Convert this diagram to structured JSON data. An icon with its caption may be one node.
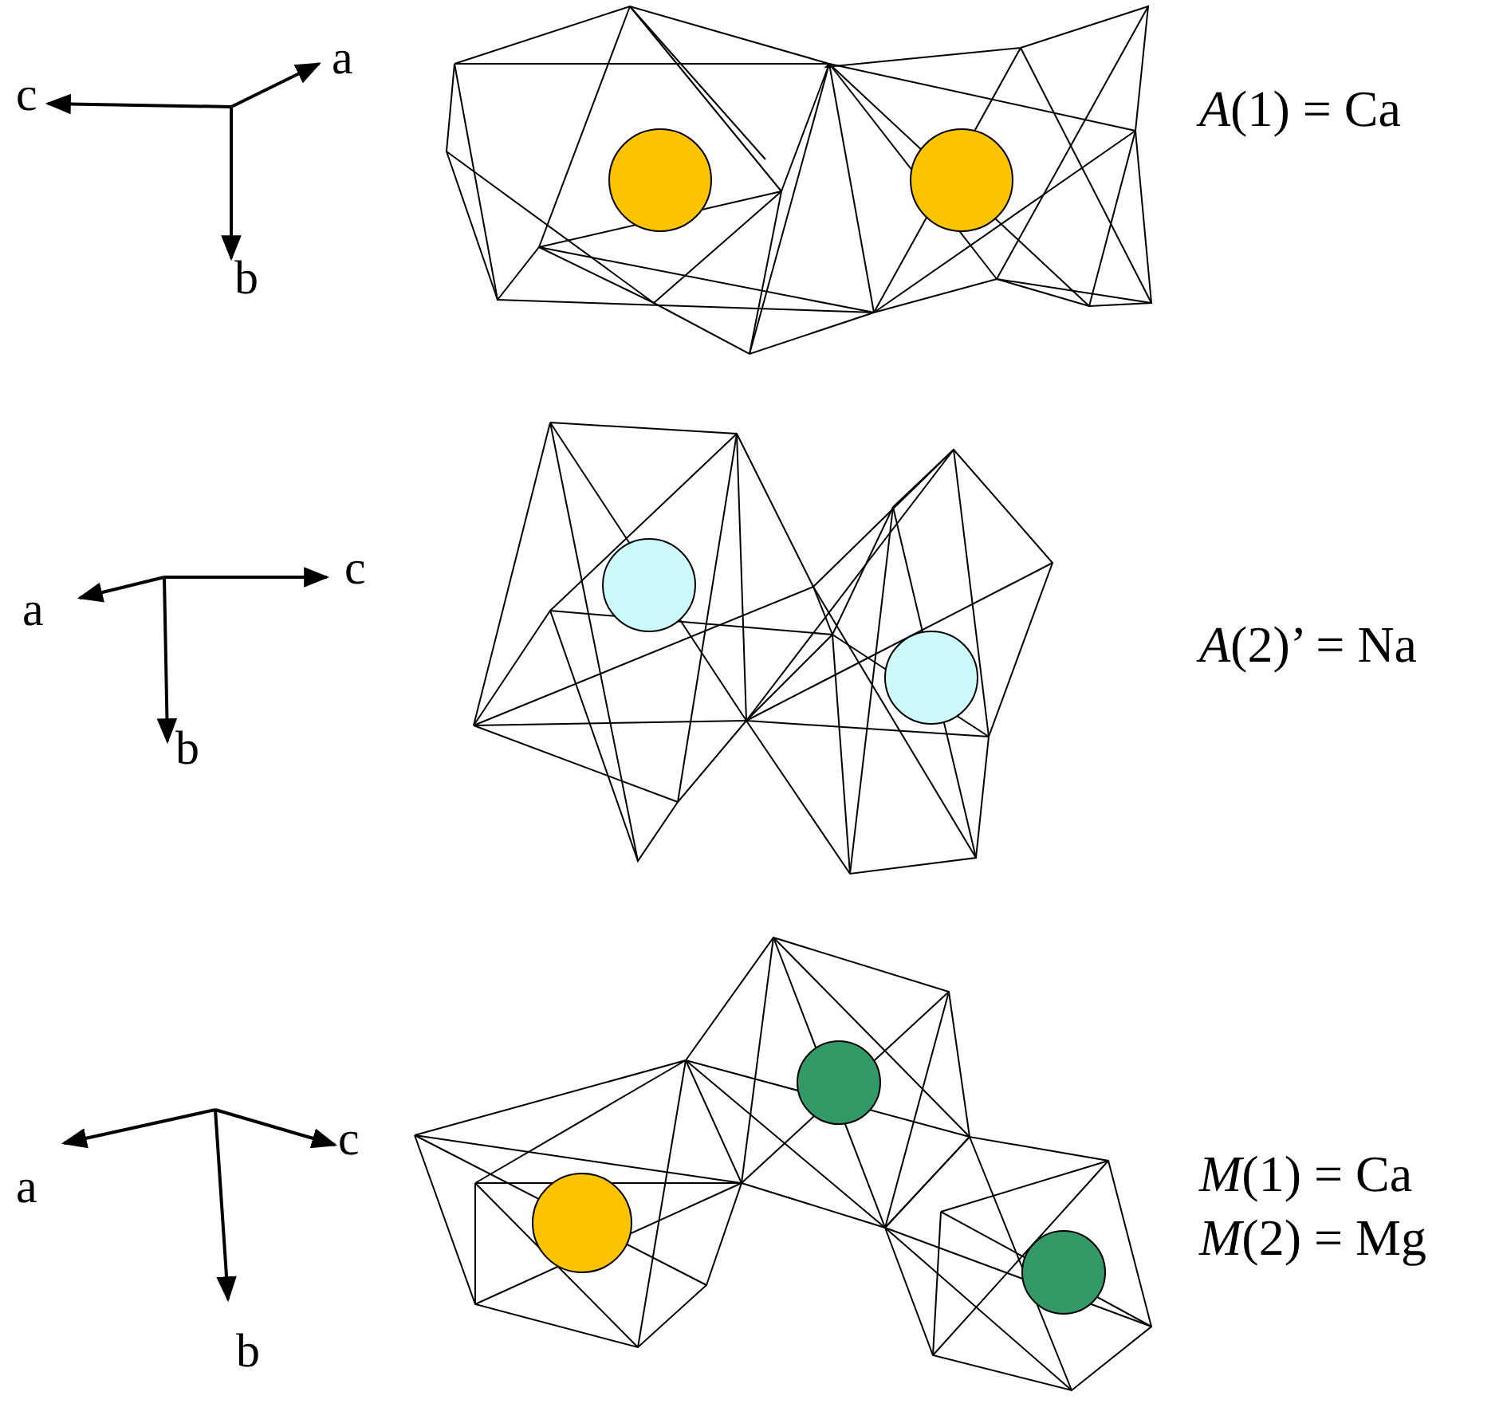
{
  "diagram": {
    "labels": [
      "a",
      "c",
      "*A*(1) = Ca",
      "b",
      "c",
      "a",
      "*A*(2)’ = Na",
      "b",
      "a",
      "c",
      "*M*(1) = Ca",
      "*M*(2) = Mg",
      "b"
    ]
  }
}
